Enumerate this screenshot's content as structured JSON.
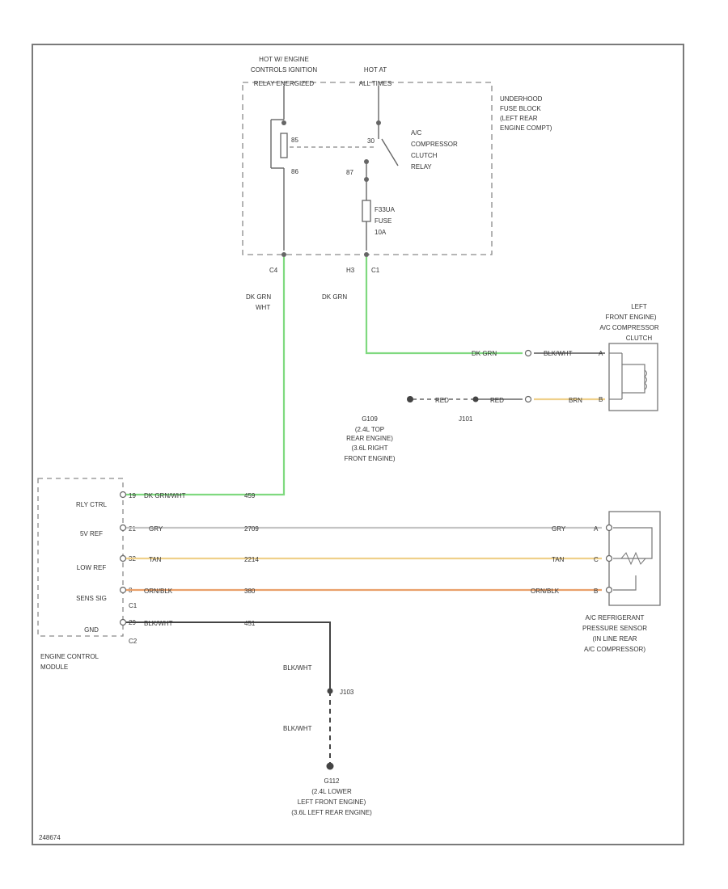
{
  "fuse_block": {
    "hot_relay_line1": "HOT W/ ENGINE",
    "hot_relay_line2": "CONTROLS IGNITION",
    "hot_relay_line3": "RELAY ENERGIZED",
    "hot_all_line1": "HOT AT",
    "hot_all_line2": "ALL TIMES",
    "name_line1": "UNDERHOOD",
    "name_line2": "FUSE BLOCK",
    "name_line3": "(LEFT REAR",
    "name_line4": "ENGINE COMPT)",
    "relay_line1": "A/C",
    "relay_line2": "COMPRESSOR",
    "relay_line3": "CLUTCH",
    "relay_line4": "RELAY",
    "fuse_line1": "F33UA",
    "fuse_line2": "FUSE",
    "fuse_line3": "10A",
    "pin85": "85",
    "pin86": "86",
    "pin30": "30",
    "pin87": "87",
    "conn_c4": "C4",
    "conn_h3": "H3",
    "conn_c1": "C1"
  },
  "wires": {
    "relay_ctrl_color_upper_1": "DK GRN",
    "relay_ctrl_color_upper_2": "WHT",
    "ecm_relay_color": "DK GRN/WHT",
    "ecm_relay_circuit": "459",
    "clutch_feed_color_upper": "DK GRN",
    "clutch_feed_color": "DK GRN",
    "clutch_ground_color": "BLK/WHT",
    "ground_red_1": "RED",
    "ground_red_2": "RED",
    "ground_brn": "BRN",
    "ref_color_left": "GRY",
    "ref_circuit": "2709",
    "ref_color_right": "GRY",
    "low_color_left": "TAN",
    "low_circuit": "2214",
    "low_color_right": "TAN",
    "sig_color_left": "ORN/BLK",
    "sig_circuit": "380",
    "sig_color_right": "ORN/BLK",
    "ecm_ground_color": "BLK/WHT",
    "ecm_ground_circuit": "451",
    "splice_upper_color": "BLK/WHT",
    "splice_lower_color": "BLK/WHT"
  },
  "clutch": {
    "line1": "LEFT",
    "line2": "FRONT ENGINE)",
    "line3": "A/C COMPRESSOR",
    "line4": "CLUTCH",
    "pin_top": "A",
    "pin_bottom": "B"
  },
  "g109": {
    "name": "G109",
    "line1": "(2.4L TOP",
    "line2": "REAR ENGINE)",
    "line3": "(3.6L RIGHT",
    "line4": "FRONT ENGINE)",
    "splice": "J101"
  },
  "ecm": {
    "pin_rly_ctrl": "RLY CTRL",
    "pin_5v_ref": "5V REF",
    "pin_low_ref": "LOW REF",
    "pin_sensor_sig": "SENS SIG",
    "pin_gnd": "GND",
    "pin_num_rly": "19",
    "pin_num_ref": "21",
    "pin_num_low": "32",
    "pin_num_sig": "8",
    "pin_num_gnd": "29",
    "conn_c1": "C1",
    "conn_c2": "C2",
    "name_line1": "ENGINE CONTROL",
    "name_line2": "MODULE"
  },
  "pressure_sensor": {
    "pin_a": "A",
    "pin_c": "C",
    "pin_b": "B",
    "line1": "A/C REFRIGERANT",
    "line2": "PRESSURE SENSOR",
    "line3": "(IN LINE REAR",
    "line4": "A/C COMPRESSOR)"
  },
  "g112": {
    "splice": "J103",
    "name": "G112",
    "line1": "(2.4L LOWER",
    "line2": "LEFT FRONT ENGINE)",
    "line3": "(3.6L LEFT REAR ENGINE)"
  },
  "footer": {
    "figure_id": "248674"
  },
  "colors": {
    "dk_grn": "#7fd97f",
    "tan": "#efd08a",
    "gry": "#c4c4c4",
    "orn_blk": "#e9a06a",
    "blk": "#444444",
    "outline": "#777777"
  }
}
